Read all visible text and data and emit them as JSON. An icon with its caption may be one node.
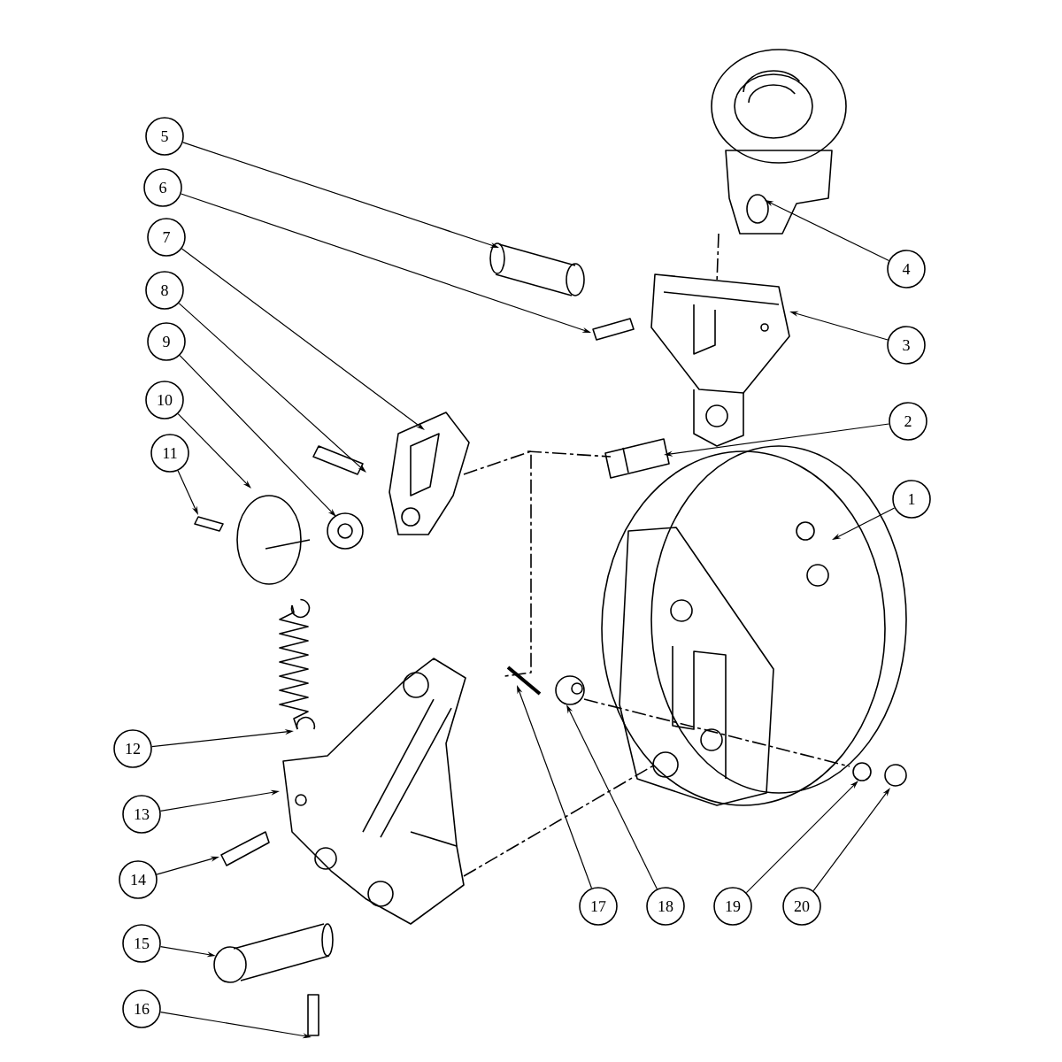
{
  "diagram": {
    "nodes": [
      {
        "text": [
          "1"
        ]
      },
      {
        "text": [
          "2"
        ]
      },
      {
        "text": [
          "3"
        ]
      },
      {
        "text": [
          "4"
        ]
      },
      {
        "text": [
          "5"
        ]
      },
      {
        "text": [
          "6"
        ]
      },
      {
        "text": [
          "7"
        ]
      },
      {
        "text": [
          "8"
        ]
      },
      {
        "text": [
          "9"
        ]
      },
      {
        "text": [
          "10"
        ]
      },
      {
        "text": [
          "11"
        ]
      },
      {
        "text": [
          "12"
        ]
      },
      {
        "text": [
          "13"
        ]
      },
      {
        "text": [
          "14"
        ]
      },
      {
        "text": [
          "15"
        ]
      },
      {
        "text": [
          "16"
        ]
      },
      {
        "text": [
          "17"
        ]
      },
      {
        "text": [
          "18"
        ]
      },
      {
        "text": [
          "19"
        ]
      },
      {
        "text": [
          "20"
        ]
      }
    ],
    "edges": [
      {
        "from": 0,
        "to": null,
        "arrow": "to"
      },
      {
        "from": 1,
        "to": null,
        "arrow": "to"
      },
      {
        "from": 2,
        "to": null,
        "arrow": "to"
      },
      {
        "from": 3,
        "to": null,
        "arrow": "to"
      },
      {
        "from": 4,
        "to": null,
        "arrow": "to"
      },
      {
        "from": 5,
        "to": null,
        "arrow": "to"
      },
      {
        "from": 6,
        "to": null,
        "arrow": "to"
      },
      {
        "from": 7,
        "to": null,
        "arrow": "to"
      },
      {
        "from": 8,
        "to": null,
        "arrow": "to"
      },
      {
        "from": 9,
        "to": null,
        "arrow": "to"
      },
      {
        "from": 10,
        "to": null,
        "arrow": "to"
      },
      {
        "from": 11,
        "to": null,
        "arrow": "to"
      },
      {
        "from": 12,
        "to": null,
        "arrow": "to"
      },
      {
        "from": 13,
        "to": null,
        "arrow": "to"
      },
      {
        "from": 14,
        "to": null,
        "arrow": "to"
      },
      {
        "from": 15,
        "to": null,
        "arrow": "to"
      },
      {
        "from": 16,
        "to": null,
        "arrow": "to"
      },
      {
        "from": 17,
        "to": null,
        "arrow": "to"
      },
      {
        "from": 18,
        "to": null,
        "arrow": "to"
      },
      {
        "from": 19,
        "to": null,
        "arrow": "to"
      }
    ]
  }
}
